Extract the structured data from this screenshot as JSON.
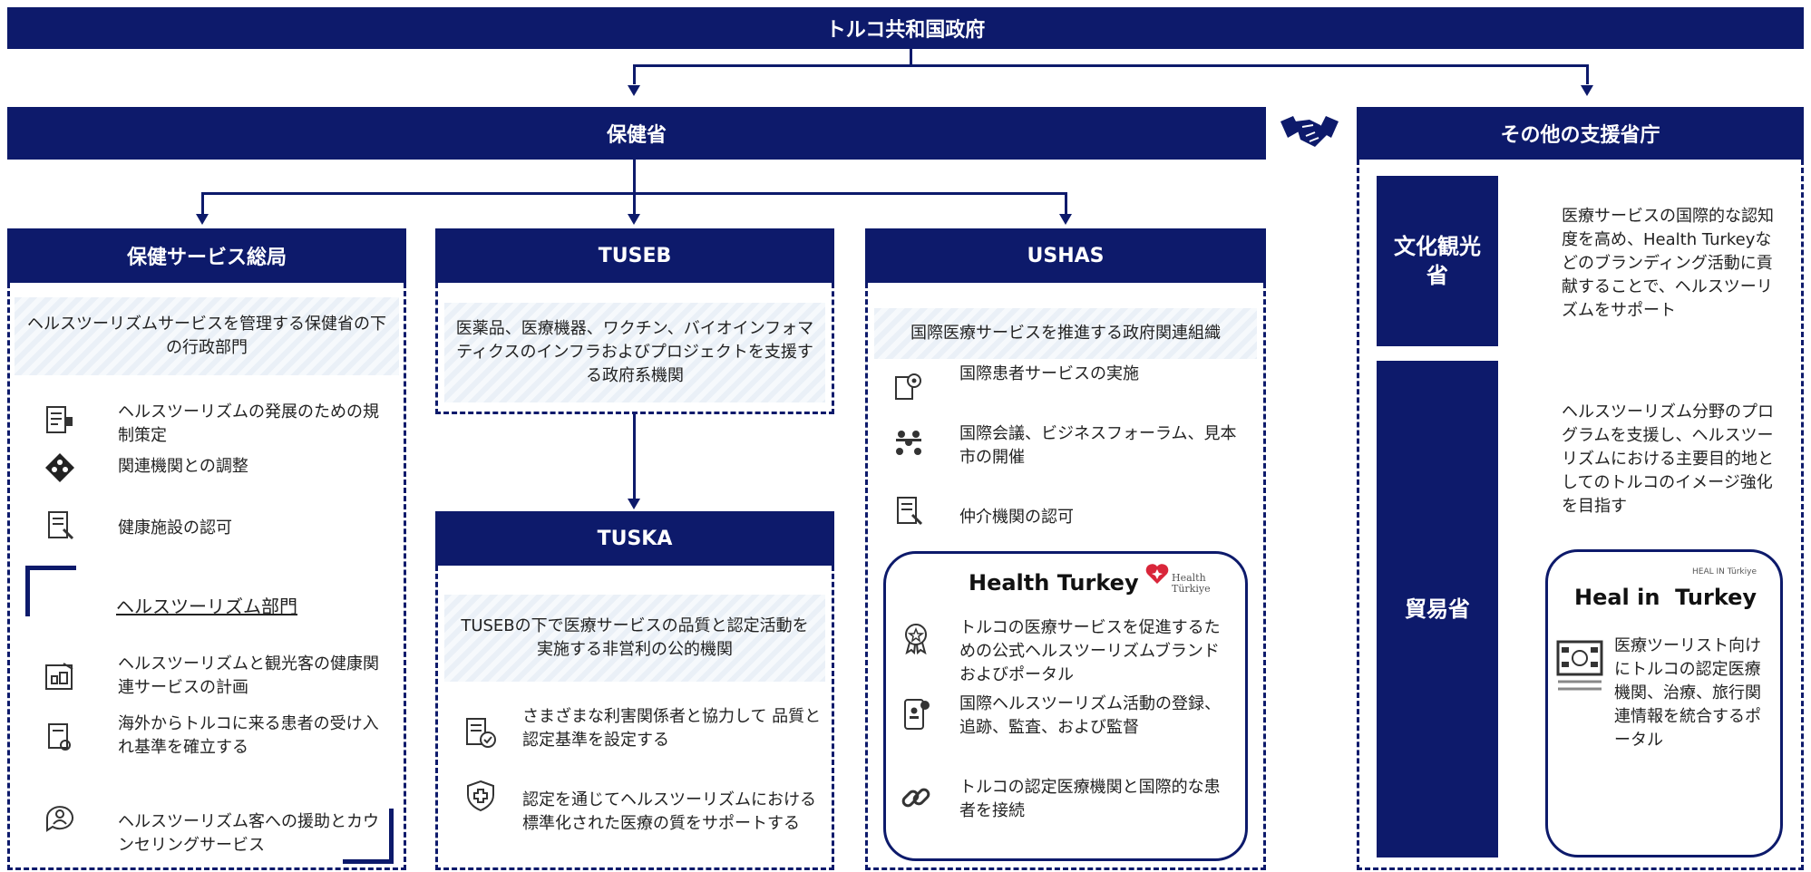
{
  "top": {
    "title": "トルコ共和国政府"
  },
  "ministry_health": {
    "title": "保健省"
  },
  "other_ministries": {
    "title": "その他の支援省庁"
  },
  "gdhs": {
    "title": "保健サービス総局",
    "desc": "ヘルスツーリズムサービスを管理する保健省の下の行政部門",
    "items": [
      "ヘルスツーリズムの発展のための規制策定",
      "関連機関との調整",
      "健康施設の認可"
    ],
    "dept_title": "ヘルスツーリズム部門",
    "dept_items": [
      "ヘルスツーリズムと観光客の健康関連サービスの計画",
      "海外からトルコに来る患者の受け入れ基準を確立する",
      "ヘルスツーリズム客への援助とカウンセリングサービス"
    ]
  },
  "tuseb": {
    "title": "TUSEB",
    "desc": "医薬品、医療機器、ワクチン、バイオインフォマティクスのインフラおよびプロジェクトを支援する政府系機関"
  },
  "tuska": {
    "title": "TUSKA",
    "desc": "TUSEBの下で医療サービスの品質と認定活動を実施する非営利の公的機関",
    "items": [
      "さまざまな利害関係者と協力して 品質と認定基準を設定する",
      "認定を通じてヘルスツーリズムにおける標準化された医療の質をサポートする"
    ]
  },
  "ushas": {
    "title": "USHAS",
    "desc": "国際医療サービスを推進する政府関連組織",
    "items": [
      "国際患者サービスの実施",
      "国際会議、ビジネスフォーラム、見本市の開催",
      "仲介機関の認可"
    ],
    "ht": {
      "title": "Health Turkey",
      "logo_text": "Health Türkiye",
      "items": [
        "トルコの医療サービスを促進するための公式ヘルスツーリズムブランドおよびポータル",
        "国際ヘルスツーリズム活動の登録、追跡、監査、および監督",
        "トルコの認定医療機関と国際的な患者を接続"
      ]
    }
  },
  "culture": {
    "title": "文化観光\n省",
    "desc": "医療サービスの国際的な認知度を高め、Health Turkeyなどのブランディング活動に貢献することで、ヘルスツーリズムをサポート"
  },
  "trade": {
    "title": "貿易省",
    "desc": "ヘルスツーリズム分野のプログラムを支援し、ヘルスツーリズムにおける主要目的地としてのトルコのイメージ強化を目指す",
    "hit": {
      "title": "Heal in  Turkey",
      "logo_text": "HEAL IN Türkiye",
      "desc": "医療ツーリスト向けにトルコの認定医療機関、治療、旅行関連情報を統合するポータル"
    }
  },
  "colors": {
    "navy": "#0d1a6b",
    "red": "#d9263a"
  },
  "icons": [
    "document-gear-icon",
    "network-diamond-icon",
    "certificate-doc-icon",
    "plan-chart-icon",
    "stamp-doc-icon",
    "chat-person-icon",
    "checklist-icon",
    "medical-shield-icon",
    "gear-doc-icon",
    "meeting-people-icon",
    "award-ribbon-icon",
    "id-phone-icon",
    "chain-link-icon",
    "handshake-icon",
    "monitor-network-icon"
  ]
}
